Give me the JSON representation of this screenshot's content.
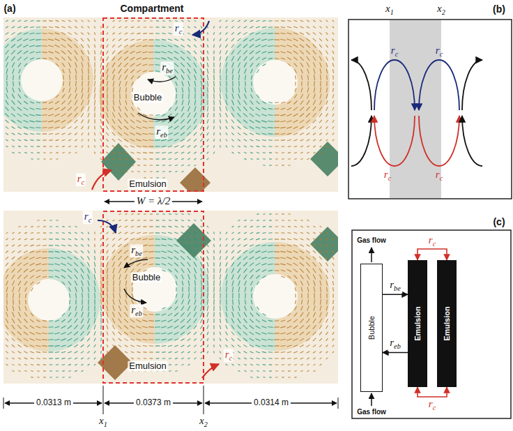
{
  "diagram": {
    "nodes": [
      {
        "text": [
          "Bubble"
        ]
      },
      {
        "text": [
          "Emulsion"
        ]
      },
      {
        "text": [
          "Emulsion"
        ]
      }
    ],
    "edges": [
      {
        "from": 0,
        "to": 1,
        "label": "rbe",
        "arrow": "to"
      },
      {
        "from": 1,
        "to": 0,
        "label": "reb",
        "arrow": "to"
      },
      {
        "from": 1,
        "to": 2,
        "label": "rc",
        "arrow": "both"
      },
      {
        "from": 1,
        "to": 2,
        "label": "rc",
        "arrow": "both"
      }
    ],
    "labels": [
      "(a)",
      "Compartment",
      "(b)",
      "x1",
      "x2",
      "rc",
      "rbe",
      "Bubble",
      "reb",
      "Emulsion",
      "rc",
      "W = λ/2",
      "rc",
      "rc",
      "rc",
      "rc",
      "(c)",
      "Gas flow",
      "Gas flow",
      "rc",
      "rbe",
      "Bubble",
      "reb",
      "Emulsion",
      "rc",
      "0.0313 m",
      "0.0373 m",
      "0.0314 m",
      "x1",
      "x2"
    ]
  }
}
